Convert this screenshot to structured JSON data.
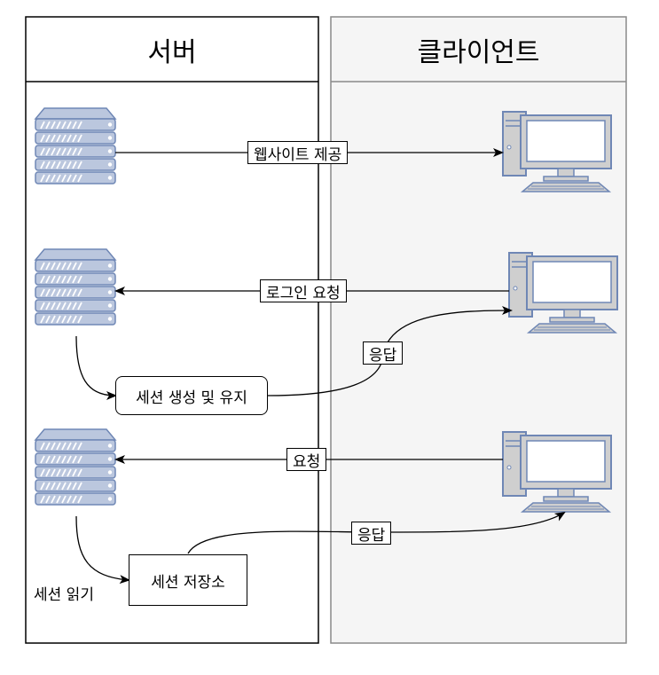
{
  "diagram": {
    "lanes": {
      "server": {
        "title": "서버"
      },
      "client": {
        "title": "클라이언트"
      }
    },
    "edges": {
      "web_service": "웹사이트 제공",
      "login_request": "로그인 요청",
      "response_1": "응답",
      "request": "요청",
      "response_2": "응답"
    },
    "nodes": {
      "session_create": "세션 생성 및 유지",
      "session_store": "세션 저장소",
      "session_read": "세션 읽기"
    },
    "colors": {
      "client_lane_fill": "#f5f5f5",
      "server_fill": "#bbc7de",
      "server_stroke": "#6f87b5",
      "pc_body": "#cfcfcf",
      "pc_stroke": "#6f87b5"
    }
  }
}
